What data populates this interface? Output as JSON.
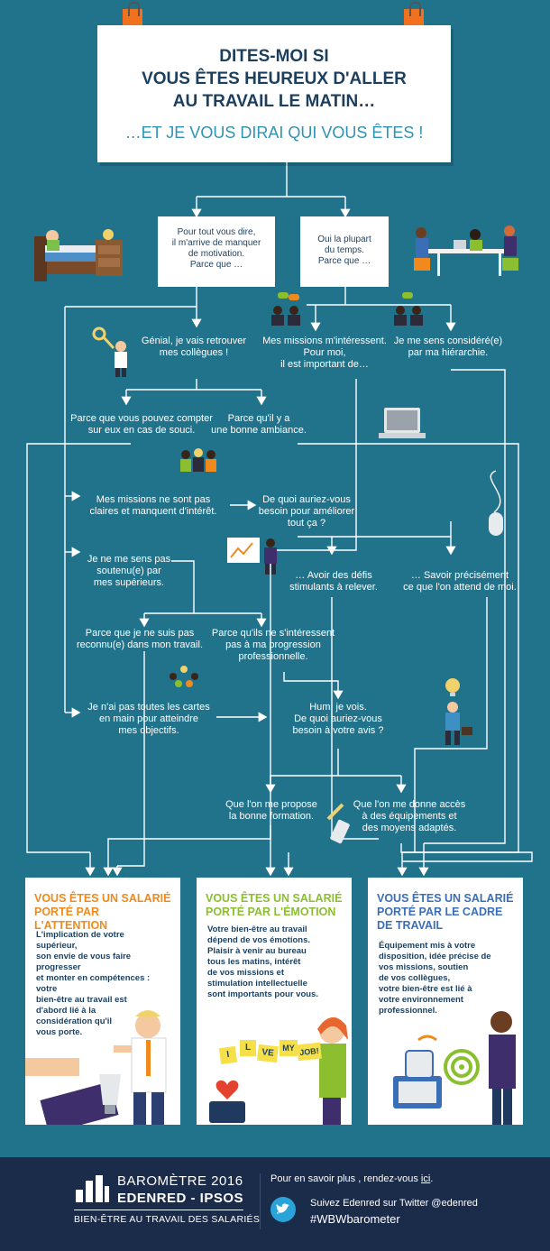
{
  "title": {
    "line1": "DITES-MOI SI",
    "line2": "VOUS ÊTES HEUREUX D'ALLER",
    "line3": "AU TRAVAIL LE MATIN…",
    "line4": "…ET JE VOUS DIRAI QUI VOUS ÊTES !"
  },
  "answers": {
    "left": [
      "Pour tout vous dire,",
      "il m'arrive de manquer",
      "de motivation.",
      "Parce que …"
    ],
    "right": [
      "Oui la plupart",
      "du temps.",
      "Parce que …"
    ]
  },
  "nodes": {
    "collegues": [
      "Génial, je vais retrouver",
      "mes collègues !"
    ],
    "missions": [
      "Mes missions m'intéressent.",
      "Pour moi,",
      "il est important de…"
    ],
    "considere": [
      "Je me sens considéré(e)",
      "par ma hiérarchie."
    ],
    "compter": [
      "Parce que vous pouvez compter",
      "sur eux en cas de souci."
    ],
    "ambiance": [
      "Parce qu'il y a",
      "une bonne ambiance."
    ],
    "pas_claires": [
      "Mes missions ne sont pas",
      "claires et manquent d'intérêt."
    ],
    "ameliorer": [
      "De quoi auriez-vous",
      "besoin pour améliorer",
      "tout ça ?"
    ],
    "soutenu": [
      "Je ne me sens pas",
      "soutenu(e) par",
      "mes supérieurs."
    ],
    "defis": [
      "… Avoir des défis",
      "stimulants à relever."
    ],
    "savoir": [
      "… Savoir précisément",
      "ce que l'on attend de moi."
    ],
    "reconnu": [
      "Parce que je ne suis pas",
      "reconnu(e) dans mon travail."
    ],
    "progression": [
      "Parce qu'ils ne s'intéressent",
      "pas à ma progression",
      "professionnelle."
    ],
    "cartes": [
      "Je n'ai pas toutes les cartes",
      "en main pour atteindre",
      "mes objectifs."
    ],
    "hum": [
      "Hum, je vois.",
      "De quoi auriez-vous",
      "besoin à votre avis ?"
    ],
    "formation": [
      "Que l'on me propose",
      "la bonne formation."
    ],
    "equipements": [
      "Que l'on me donne accès",
      "à des équipements et",
      "des moyens adaptés."
    ]
  },
  "results": [
    {
      "title": [
        "VOUS ÊTES UN SALARIÉ",
        "PORTÉ PAR L'ATTENTION"
      ],
      "color": "#f08a1c",
      "body": [
        "L'implication de votre supérieur,",
        "son envie de vous faire progresser",
        "et monter en compétences : votre",
        "bien-être au travail est",
        "d'abord lié  à la",
        "considération qu'il",
        "vous porte."
      ]
    },
    {
      "title": [
        "VOUS ÊTES UN SALARIÉ",
        "PORTÉ PAR L'ÉMOTION"
      ],
      "color": "#8bbf2f",
      "body": [
        "Votre bien-être au travail",
        "dépend de vos émotions.",
        "Plaisir à venir au bureau",
        "tous les matins, intérêt",
        "de vos missions et",
        "stimulation intellectuelle",
        "sont importants pour vous."
      ],
      "notes": [
        "I",
        "L",
        "VE",
        "MY",
        "JOB!"
      ]
    },
    {
      "title": [
        "VOUS ÊTES UN SALARIÉ",
        "PORTÉ PAR LE CADRE",
        "DE TRAVAIL"
      ],
      "color": "#3a6fb8",
      "body": [
        "Équipement mis à votre",
        "disposition, idée précise de",
        "vos missions, soutien",
        "de vos collègues,",
        "votre bien-être est lié à",
        "votre environnement",
        "professionnel."
      ]
    }
  ],
  "footer": {
    "brand1": "BAROMÈTRE  2016",
    "brand2": "EDENRED - IPSOS",
    "brand3": "BIEN-ÊTRE AU TRAVAIL DES SALARIÉS",
    "info_prefix": "Pour en savoir plus , rendez-vous ",
    "info_link": "ici",
    "info_suffix": ".",
    "twitter": "Suivez Edenred sur Twitter @edenred",
    "hashtag": "#WBWbarometer"
  },
  "colors": {
    "background": "#20738b",
    "title_text": "#1c3f5e",
    "title_accent": "#2f93b4",
    "footer": "#1b2b4a",
    "clip": "#f1721e"
  }
}
